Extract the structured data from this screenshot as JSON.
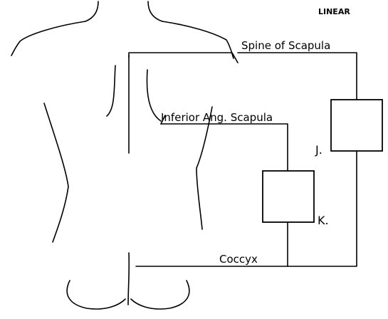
{
  "header": {
    "label": "LINEAR"
  },
  "landmarks": {
    "spine": "Spine of Scapula",
    "inferior": "Inferior Ang. Scapula",
    "coccyx": "Coccyx"
  },
  "markers": {
    "j": "J.",
    "k": "K."
  },
  "colors": {
    "line": "#000000",
    "background": "#ffffff"
  }
}
